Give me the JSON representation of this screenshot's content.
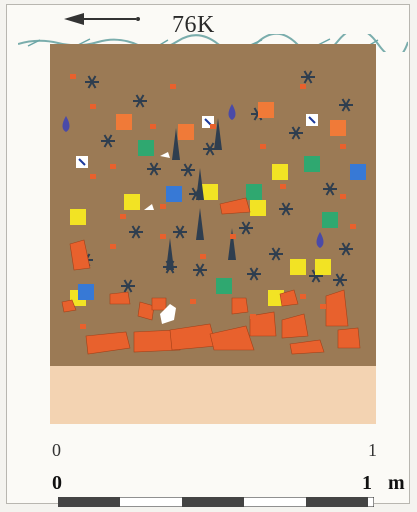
{
  "header": {
    "age_label": "76K",
    "arrow_icon": "left-arrow-icon"
  },
  "scale": {
    "upper_start": "0",
    "upper_end": "1",
    "lower_start": "0",
    "lower_end": "1",
    "unit": "m"
  },
  "colors": {
    "sediment": "#9b7a55",
    "lower_sand": "#f3d3b2",
    "stone": "#e8612d",
    "bone_symbol": "#2f3e4f",
    "yellow_square": "#f2e324",
    "green_square": "#2fa870",
    "blue_square": "#3779d6",
    "orange_square": "#f07a38",
    "drop_symbol": "#4a4aa8"
  }
}
